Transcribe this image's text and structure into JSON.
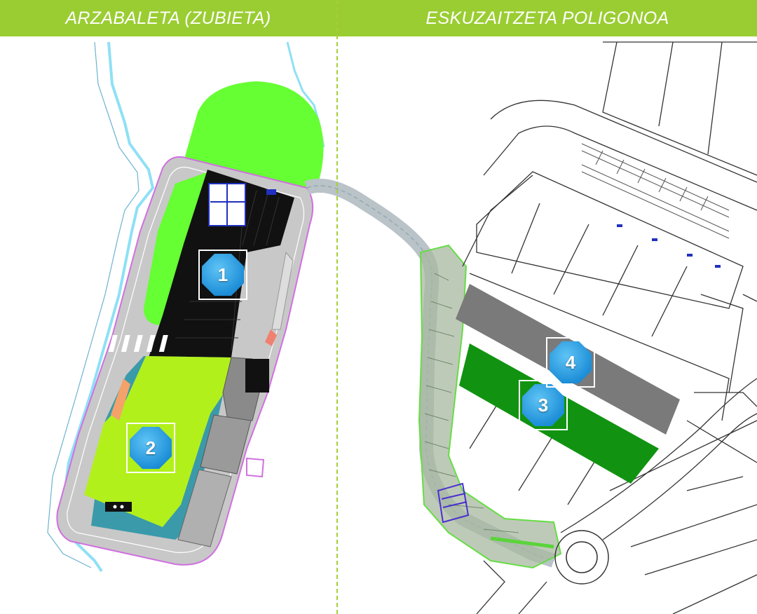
{
  "header": {
    "left_title": "ARZABALETA (ZUBIETA)",
    "right_title": "ESKUZAITZETA POLIGONOA"
  },
  "markers": [
    {
      "label": "1"
    },
    {
      "label": "2"
    },
    {
      "label": "3"
    },
    {
      "label": "4"
    }
  ],
  "colors": {
    "header_green": "#9acd32",
    "marker_blue": "#1e8fd8",
    "bright_green": "#66ff33",
    "lime": "#b2f01c",
    "dark_green": "#119311",
    "gray_roof": "#7a7a7a",
    "road_gray": "#c8c8c8",
    "teal": "#3a9aaa",
    "canal": "#8fe0f5",
    "boundary_pink": "#d070e0"
  }
}
